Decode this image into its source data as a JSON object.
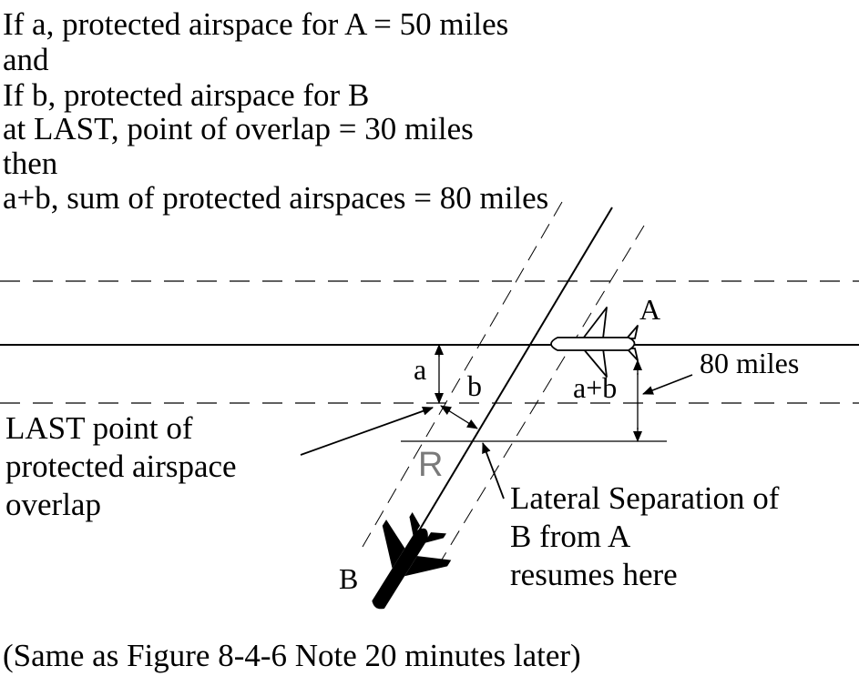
{
  "header": {
    "lines": [
      "If a, protected airspace for A = 50 miles",
      "and",
      "If b, protected airspace for B",
      "at LAST, point of overlap = 30 miles",
      "then",
      "a+b, sum of protected airspaces = 80 miles"
    ]
  },
  "labels": {
    "aircraft_a": "A",
    "aircraft_b": "B",
    "a": "a",
    "b": "b",
    "a_plus_b": "a+b",
    "miles_80": "80 miles",
    "region_r": "R"
  },
  "notes": {
    "last_point": [
      "LAST point of",
      "protected airspace",
      "overlap"
    ],
    "lateral_sep": [
      "Lateral Separation of",
      "B from A",
      "resumes here"
    ]
  },
  "caption": "(Same as Figure 8-4-6  Note 20 minutes later)"
}
